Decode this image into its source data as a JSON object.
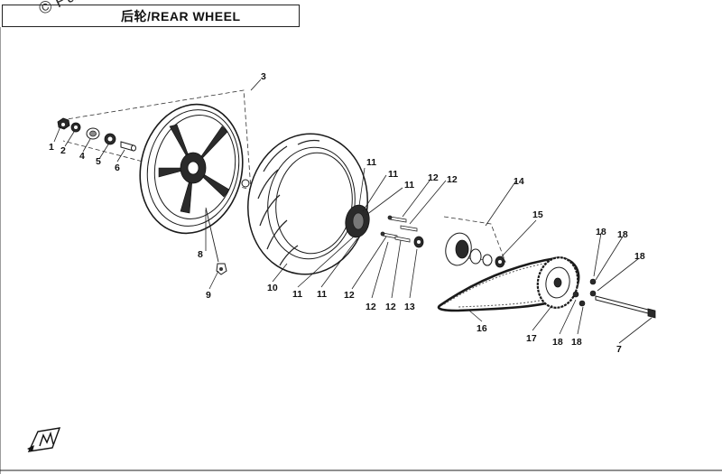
{
  "title": "后轮/REAR WHEEL",
  "watermark": "© Partzilla.com",
  "callouts": [
    "1",
    "2",
    "4",
    "5",
    "6",
    "3",
    "8",
    "9",
    "10",
    "11",
    "11",
    "11",
    "11",
    "11",
    "12",
    "12",
    "12",
    "12",
    "12",
    "13",
    "14",
    "15",
    "16",
    "17",
    "18",
    "18",
    "18",
    "18",
    "18",
    "7"
  ]
}
